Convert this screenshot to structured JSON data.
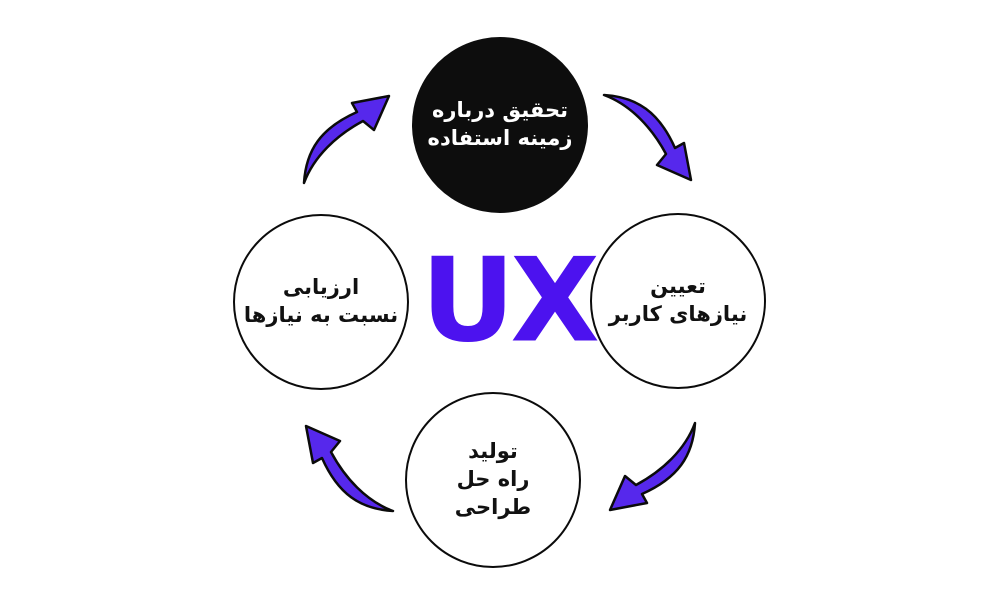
{
  "diagram": {
    "title": "UX",
    "center_label": "UX",
    "colors": {
      "accent": "#4C12EF",
      "arrow": "#5628EC",
      "outline": "#0b0b0b",
      "node_filled_bg": "#0d0d0d",
      "node_filled_text": "#ffffff",
      "node_outline_text": "#111111",
      "background": "#ffffff"
    },
    "nodes": [
      {
        "id": "research-context",
        "position": "top",
        "style": "filled",
        "lines": [
          "تحقیق درباره",
          "زمینه استفاده"
        ]
      },
      {
        "id": "user-needs",
        "position": "right",
        "style": "outlined",
        "lines": [
          "تعیین",
          "نیازهای کاربر"
        ]
      },
      {
        "id": "design-solution",
        "position": "bottom",
        "style": "outlined",
        "lines": [
          "تولید",
          "راه حل طراحی"
        ]
      },
      {
        "id": "evaluation",
        "position": "left",
        "style": "outlined",
        "lines": [
          "ارزیابی",
          "نسبت به نیازها"
        ]
      }
    ],
    "arrows": [
      {
        "id": "evaluation-to-research",
        "position": "top-left"
      },
      {
        "id": "research-to-user-needs",
        "position": "top-right"
      },
      {
        "id": "user-needs-to-design-solution",
        "position": "bottom-right"
      },
      {
        "id": "design-solution-to-evaluation",
        "position": "bottom-left"
      }
    ]
  }
}
